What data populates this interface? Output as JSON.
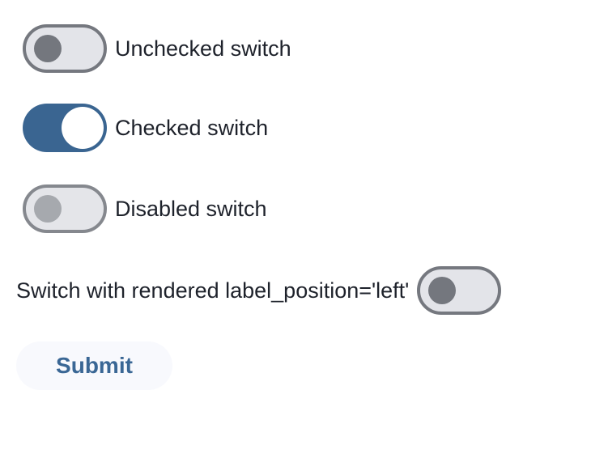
{
  "page": {
    "background_color": "#ffffff"
  },
  "colors": {
    "label_text": "#1E222B",
    "track_off_fill": "#E3E4E9",
    "track_off_border": "#75787F",
    "knob_off": "#74777E",
    "track_on_fill": "#3A6591",
    "knob_on": "#ffffff",
    "track_disabled_fill": "#E4E5E9",
    "track_disabled_border": "#85888E",
    "knob_disabled": "#A6A9AE",
    "submit_background": "#F8F9FD",
    "submit_text_color": "#3A6795"
  },
  "switches": [
    {
      "label": "Unchecked switch",
      "state": "unchecked",
      "disabled": false,
      "label_position": "right"
    },
    {
      "label": "Checked switch",
      "state": "checked",
      "disabled": false,
      "label_position": "right"
    },
    {
      "label": "Disabled switch",
      "state": "unchecked",
      "disabled": true,
      "label_position": "right"
    },
    {
      "label": "Switch with rendered label_position='left'",
      "state": "unchecked",
      "disabled": false,
      "label_position": "left"
    }
  ],
  "submit_button": {
    "label": "Submit"
  }
}
